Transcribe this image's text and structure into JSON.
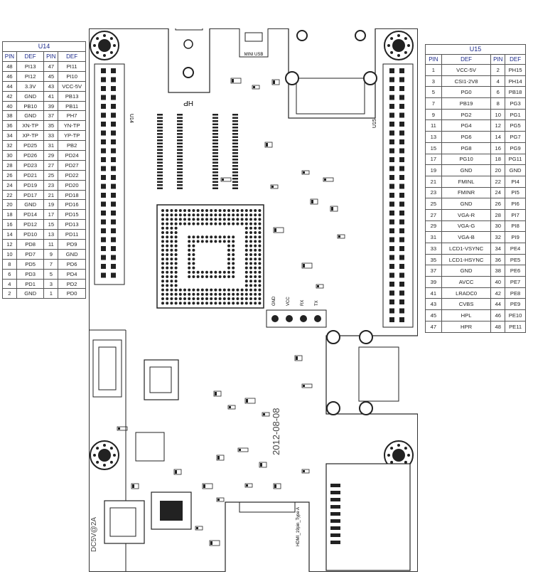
{
  "u14": {
    "title": "U14",
    "headers": [
      "PIN",
      "DEF",
      "PIN",
      "DEF"
    ],
    "rows": [
      [
        "48",
        "PI13",
        "47",
        "PI11"
      ],
      [
        "46",
        "PI12",
        "45",
        "PI10"
      ],
      [
        "44",
        "3.3V",
        "43",
        "VCC-5V"
      ],
      [
        "42",
        "GND",
        "41",
        "PB13"
      ],
      [
        "40",
        "PB10",
        "39",
        "PB11"
      ],
      [
        "38",
        "GND",
        "37",
        "PH7"
      ],
      [
        "36",
        "XN-TP",
        "35",
        "YN-TP"
      ],
      [
        "34",
        "XP-TP",
        "33",
        "YP-TP"
      ],
      [
        "32",
        "PD25",
        "31",
        "PB2"
      ],
      [
        "30",
        "PD26",
        "29",
        "PD24"
      ],
      [
        "28",
        "PD23",
        "27",
        "PD27"
      ],
      [
        "26",
        "PD21",
        "25",
        "PD22"
      ],
      [
        "24",
        "PD19",
        "23",
        "PD20"
      ],
      [
        "22",
        "PD17",
        "21",
        "PD18"
      ],
      [
        "20",
        "GND",
        "19",
        "PD16"
      ],
      [
        "18",
        "PD14",
        "17",
        "PD15"
      ],
      [
        "16",
        "PD12",
        "15",
        "PD13"
      ],
      [
        "14",
        "PD10",
        "13",
        "PD11"
      ],
      [
        "12",
        "PD8",
        "11",
        "PD9"
      ],
      [
        "10",
        "PD7",
        "9",
        "GND"
      ],
      [
        "8",
        "PD5",
        "7",
        "PD6"
      ],
      [
        "6",
        "PD3",
        "5",
        "PD4"
      ],
      [
        "4",
        "PD1",
        "3",
        "PD2"
      ],
      [
        "2",
        "GND",
        "1",
        "PD0"
      ]
    ]
  },
  "u15": {
    "title": "U15",
    "headers": [
      "PIN",
      "DEF",
      "PIN",
      "DEF"
    ],
    "rows": [
      [
        "1",
        "VCC-5V",
        "2",
        "PH15"
      ],
      [
        "3",
        "CSI1-2V8",
        "4",
        "PH14"
      ],
      [
        "5",
        "PG0",
        "6",
        "PB18"
      ],
      [
        "7",
        "PB19",
        "8",
        "PG3"
      ],
      [
        "9",
        "PG2",
        "10",
        "PG1"
      ],
      [
        "11",
        "PG4",
        "12",
        "PG5"
      ],
      [
        "13",
        "PG6",
        "14",
        "PG7"
      ],
      [
        "15",
        "PG8",
        "16",
        "PG9"
      ],
      [
        "17",
        "PG10",
        "18",
        "PG11"
      ],
      [
        "19",
        "GND",
        "20",
        "GND"
      ],
      [
        "21",
        "FMINL",
        "22",
        "PI4"
      ],
      [
        "23",
        "FMINR",
        "24",
        "PI5"
      ],
      [
        "25",
        "GND",
        "26",
        "PI6"
      ],
      [
        "27",
        "VGA-R",
        "28",
        "PI7"
      ],
      [
        "29",
        "VGA-G",
        "30",
        "PI8"
      ],
      [
        "31",
        "VGA-B",
        "32",
        "PI9"
      ],
      [
        "33",
        "LCD1-VSYNC",
        "34",
        "PE4"
      ],
      [
        "35",
        "LCD1-HSYNC",
        "36",
        "PE5"
      ],
      [
        "37",
        "GND",
        "38",
        "PE6"
      ],
      [
        "39",
        "AVCC",
        "40",
        "PE7"
      ],
      [
        "41",
        "LRADC0",
        "42",
        "PE8"
      ],
      [
        "43",
        "CVBS",
        "44",
        "PE9"
      ],
      [
        "45",
        "HPL",
        "46",
        "PE10"
      ],
      [
        "47",
        "HPR",
        "48",
        "PE11"
      ]
    ]
  },
  "board": {
    "hp_label": "HP",
    "usb_label": "MINI USB",
    "date_label": "2012-08-08",
    "power_label": "DC5V@2A",
    "uart_labels": [
      "GND",
      "VCC",
      "RX",
      "TX"
    ],
    "hdmi_label": "HDMI_19pin_Type A",
    "header_left_label": "U14",
    "header_right_label": "U15"
  }
}
